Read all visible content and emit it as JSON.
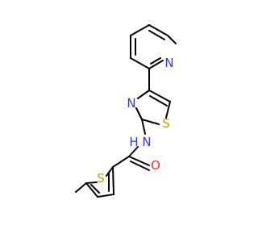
{
  "molecule": {
    "atoms": {
      "N_pyridine": "N",
      "N_thiazole": "N",
      "S_thiazole": "S",
      "N_amide": "N",
      "H_amide": "H",
      "O_carbonyl": "O",
      "S_thiophene": "S"
    },
    "colors": {
      "bond": "#000000",
      "nitrogen": "#3333ff",
      "sulfur": "#b8a600",
      "oxygen": "#ff2a2a"
    }
  }
}
